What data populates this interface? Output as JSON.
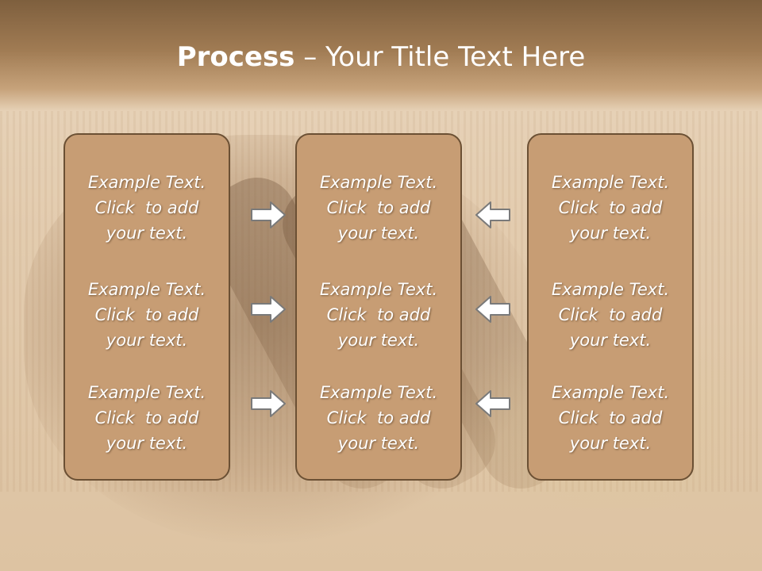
{
  "slide": {
    "title_bold": "Process",
    "title_rest": " – Your Title Text Here"
  },
  "columns": [
    {
      "items": [
        {
          "line1": "Example Text.",
          "line2": "Click  to add",
          "line3": "your text."
        },
        {
          "line1": "Example Text.",
          "line2": "Click  to add",
          "line3": "your text."
        },
        {
          "line1": "Example Text.",
          "line2": "Click  to add",
          "line3": "your text."
        }
      ]
    },
    {
      "items": [
        {
          "line1": "Example Text.",
          "line2": "Click  to add",
          "line3": "your text."
        },
        {
          "line1": "Example Text.",
          "line2": "Click  to add",
          "line3": "your text."
        },
        {
          "line1": "Example Text.",
          "line2": "Click  to add",
          "line3": "your text."
        }
      ]
    },
    {
      "items": [
        {
          "line1": "Example Text.",
          "line2": "Click  to add",
          "line3": "your text."
        },
        {
          "line1": "Example Text.",
          "line2": "Click  to add",
          "line3": "your text."
        },
        {
          "line1": "Example Text.",
          "line2": "Click  to add",
          "line3": "your text."
        }
      ]
    }
  ],
  "arrows": {
    "left_group": "arrow-right-icon",
    "right_group": "arrow-left-icon"
  },
  "colors": {
    "box_fill": "#c79d74",
    "box_border": "#6b5034",
    "header": "#a07b53",
    "text": "#ffffff"
  }
}
